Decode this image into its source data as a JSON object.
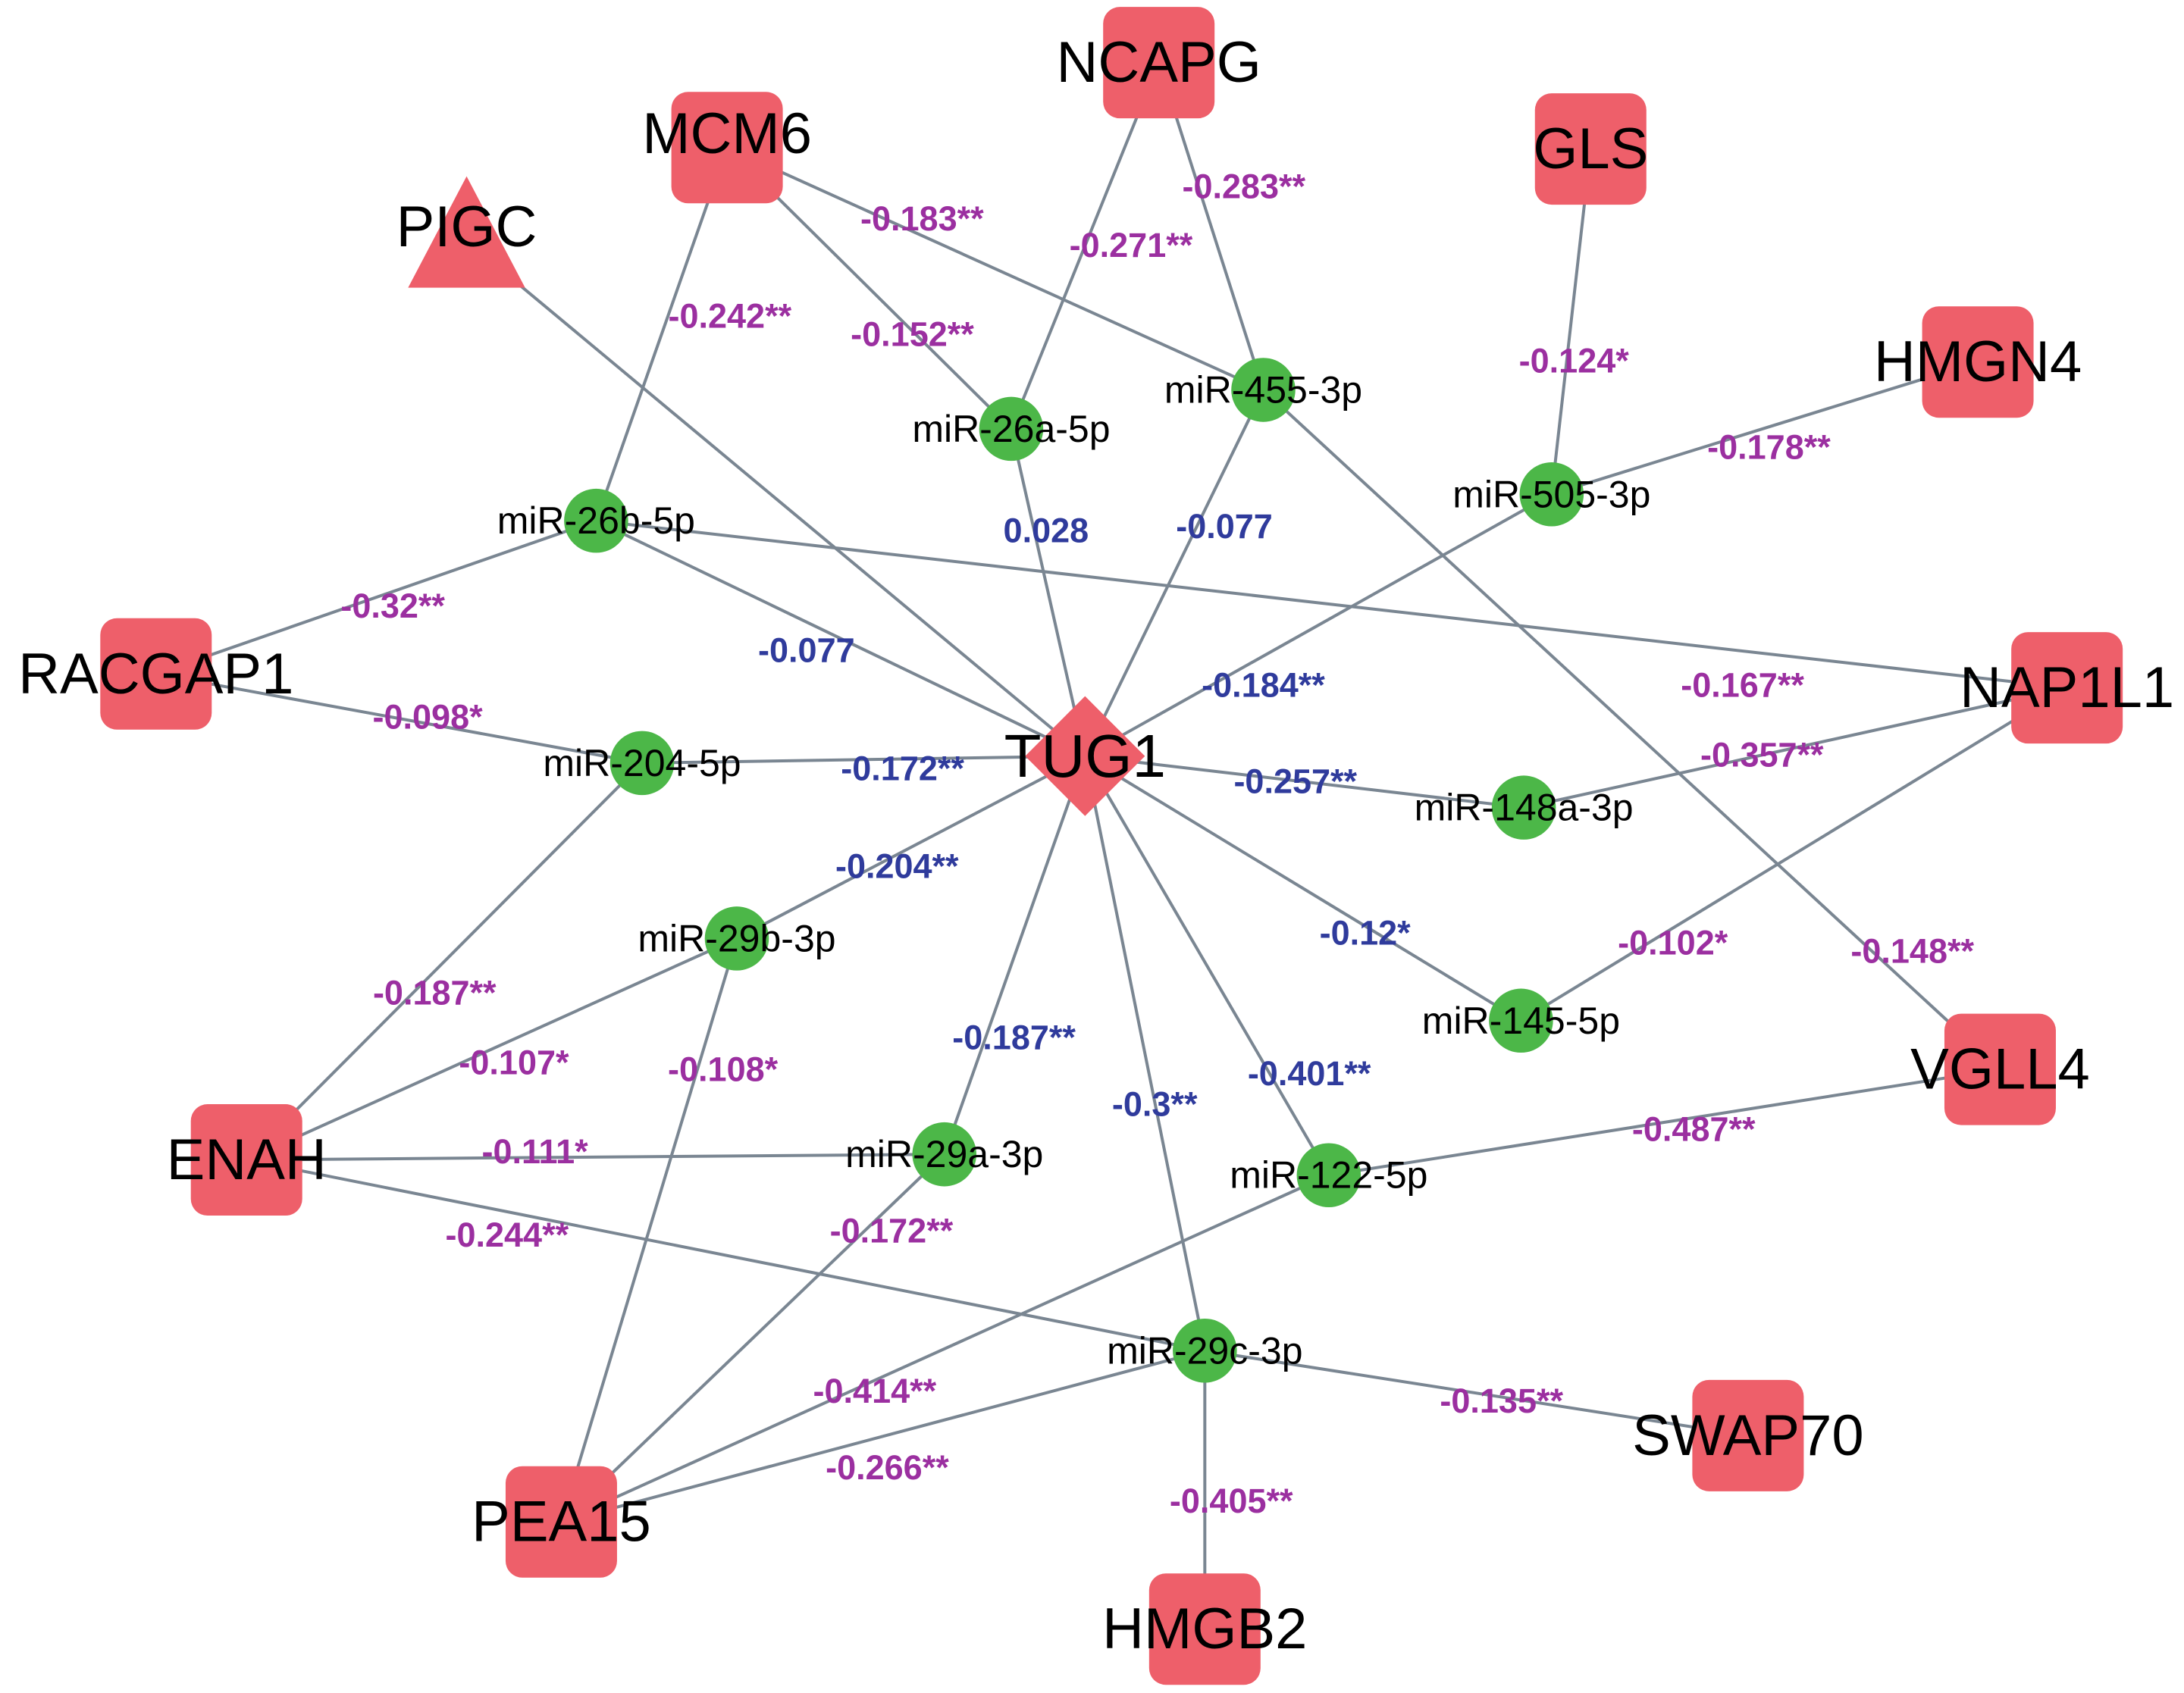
{
  "colors": {
    "gene": "#ee5f6a",
    "mirna": "#4cb748",
    "edge": "#7a8692",
    "hub_weight": "#2f3b9c",
    "target_weight": "#9b2fa0"
  },
  "hub": {
    "id": "TUG1",
    "label": "TUG1",
    "shape": "diamond"
  },
  "mirnas": [
    {
      "id": "m26a",
      "label": "miR-26a-5p"
    },
    {
      "id": "m455",
      "label": "miR-455-3p"
    },
    {
      "id": "m505",
      "label": "miR-505-3p"
    },
    {
      "id": "m26b",
      "label": "miR-26b-5p"
    },
    {
      "id": "m204",
      "label": "miR-204-5p"
    },
    {
      "id": "m148",
      "label": "miR-148a-3p"
    },
    {
      "id": "m29b",
      "label": "miR-29b-3p"
    },
    {
      "id": "m145",
      "label": "miR-145-5p"
    },
    {
      "id": "m29a",
      "label": "miR-29a-3p"
    },
    {
      "id": "m122",
      "label": "miR-122-5p"
    },
    {
      "id": "m29c",
      "label": "miR-29c-3p"
    }
  ],
  "genes": [
    {
      "id": "NCAPG",
      "label": "NCAPG",
      "shape": "square"
    },
    {
      "id": "MCM6",
      "label": "MCM6",
      "shape": "square"
    },
    {
      "id": "GLS",
      "label": "GLS",
      "shape": "square"
    },
    {
      "id": "PIGC",
      "label": "PIGC",
      "shape": "triangle"
    },
    {
      "id": "HMGN4",
      "label": "HMGN4",
      "shape": "square"
    },
    {
      "id": "RACGAP1",
      "label": "RACGAP1",
      "shape": "square"
    },
    {
      "id": "NAP1L1",
      "label": "NAP1L1",
      "shape": "square"
    },
    {
      "id": "VGLL4",
      "label": "VGLL4",
      "shape": "square"
    },
    {
      "id": "ENAH",
      "label": "ENAH",
      "shape": "square"
    },
    {
      "id": "SWAP70",
      "label": "SWAP70",
      "shape": "square"
    },
    {
      "id": "PEA15",
      "label": "PEA15",
      "shape": "square"
    },
    {
      "id": "HMGB2",
      "label": "HMGB2",
      "shape": "square"
    }
  ],
  "edges": [
    {
      "from": "TUG1",
      "to": "m26a",
      "label": "0.028",
      "kind": "hub"
    },
    {
      "from": "TUG1",
      "to": "m455",
      "label": "-0.077",
      "kind": "hub"
    },
    {
      "from": "TUG1",
      "to": "m26b",
      "label": "-0.077",
      "kind": "hub"
    },
    {
      "from": "TUG1",
      "to": "m505",
      "label": "-0.184**",
      "kind": "hub"
    },
    {
      "from": "TUG1",
      "to": "m204",
      "label": "-0.172**",
      "kind": "hub"
    },
    {
      "from": "TUG1",
      "to": "m148",
      "label": "-0.257**",
      "kind": "hub"
    },
    {
      "from": "TUG1",
      "to": "m29b",
      "label": "-0.204**",
      "kind": "hub"
    },
    {
      "from": "TUG1",
      "to": "m145",
      "label": "-0.12*",
      "kind": "hub"
    },
    {
      "from": "TUG1",
      "to": "m29a",
      "label": "-0.187**",
      "kind": "hub"
    },
    {
      "from": "TUG1",
      "to": "m29c",
      "label": "-0.3**",
      "kind": "hub"
    },
    {
      "from": "TUG1",
      "to": "m122",
      "label": "-0.401**",
      "kind": "hub"
    },
    {
      "from": "TUG1",
      "to": "PIGC",
      "label": "",
      "kind": "hub"
    },
    {
      "from": "MCM6",
      "to": "m26b",
      "label": "-0.242**",
      "kind": "target"
    },
    {
      "from": "MCM6",
      "to": "m26a",
      "label": "-0.152**",
      "kind": "target"
    },
    {
      "from": "MCM6",
      "to": "m455",
      "label": "-0.183**",
      "kind": "target"
    },
    {
      "from": "NCAPG",
      "to": "m26a",
      "label": "-0.271**",
      "kind": "target"
    },
    {
      "from": "NCAPG",
      "to": "m455",
      "label": "-0.283**",
      "kind": "target"
    },
    {
      "from": "GLS",
      "to": "m505",
      "label": "-0.124*",
      "kind": "target"
    },
    {
      "from": "HMGN4",
      "to": "m505",
      "label": "-0.178**",
      "kind": "target"
    },
    {
      "from": "RACGAP1",
      "to": "m26b",
      "label": "-0.32**",
      "kind": "target"
    },
    {
      "from": "RACGAP1",
      "to": "m204",
      "label": "-0.098*",
      "kind": "target"
    },
    {
      "from": "NAP1L1",
      "to": "m26b",
      "label": "-0.167**",
      "kind": "target"
    },
    {
      "from": "NAP1L1",
      "to": "m148",
      "label": "-0.357**",
      "kind": "target"
    },
    {
      "from": "NAP1L1",
      "to": "m145",
      "label": "-0.102*",
      "kind": "target"
    },
    {
      "from": "VGLL4",
      "to": "m455",
      "label": "-0.148**",
      "kind": "target"
    },
    {
      "from": "VGLL4",
      "to": "m122",
      "label": "-0.487**",
      "kind": "target"
    },
    {
      "from": "ENAH",
      "to": "m204",
      "label": "-0.187**",
      "kind": "target"
    },
    {
      "from": "ENAH",
      "to": "m29b",
      "label": "-0.107*",
      "kind": "target"
    },
    {
      "from": "ENAH",
      "to": "m29a",
      "label": "-0.111*",
      "kind": "target"
    },
    {
      "from": "ENAH",
      "to": "m29c",
      "label": "-0.244**",
      "kind": "target"
    },
    {
      "from": "PEA15",
      "to": "m29b",
      "label": "-0.108*",
      "kind": "target"
    },
    {
      "from": "PEA15",
      "to": "m29a",
      "label": "-0.172**",
      "kind": "target"
    },
    {
      "from": "PEA15",
      "to": "m122",
      "label": "-0.414**",
      "kind": "target"
    },
    {
      "from": "PEA15",
      "to": "m29c",
      "label": "-0.266**",
      "kind": "target"
    },
    {
      "from": "SWAP70",
      "to": "m29c",
      "label": "-0.135**",
      "kind": "target"
    },
    {
      "from": "HMGB2",
      "to": "m29c",
      "label": "-0.405**",
      "kind": "target"
    }
  ]
}
